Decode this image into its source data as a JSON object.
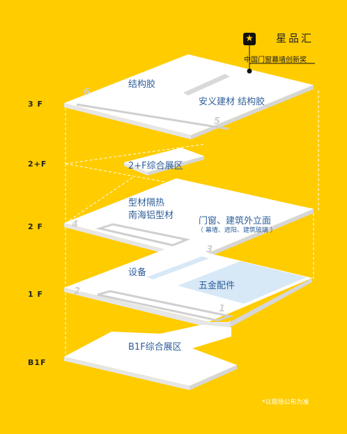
{
  "legend": {
    "title": "星品汇",
    "subtitle": "中国门窗幕墙创新奖",
    "icon": "star-icon"
  },
  "floors": [
    {
      "id": "3f",
      "label": "3 F"
    },
    {
      "id": "2pf",
      "label": "2+F"
    },
    {
      "id": "2f",
      "label": "2 F"
    },
    {
      "id": "1f",
      "label": "1 F"
    },
    {
      "id": "b1f",
      "label": "B1F"
    }
  ],
  "zones": {
    "f3_left": "结构胶",
    "f3_right": "安义建材  结构胶",
    "f2p_center": "2+F综合展区",
    "f2_left_line1": "型材隔热",
    "f2_left_line2": "南海铝型材",
    "f2_right_line1": "门窗、建筑外立面",
    "f2_right_line2": "（ 幕墙、遮阳、建筑玻璃 ）",
    "f1_left": "设备",
    "f1_right": "五金配件",
    "b1_center": "B1F综合展区"
  },
  "stairs": {
    "s6": "6",
    "s5": "5",
    "s4": "4",
    "s3": "3",
    "s2": "2",
    "s1": "1"
  },
  "note": "*以现场公布为准",
  "colors": {
    "background": "#FFCC00",
    "platform_top": "#FFFFFF",
    "platform_side": "#E6E6E6",
    "text_blue": "#2E5E99",
    "highlight_blue": "#D7E8F6"
  }
}
